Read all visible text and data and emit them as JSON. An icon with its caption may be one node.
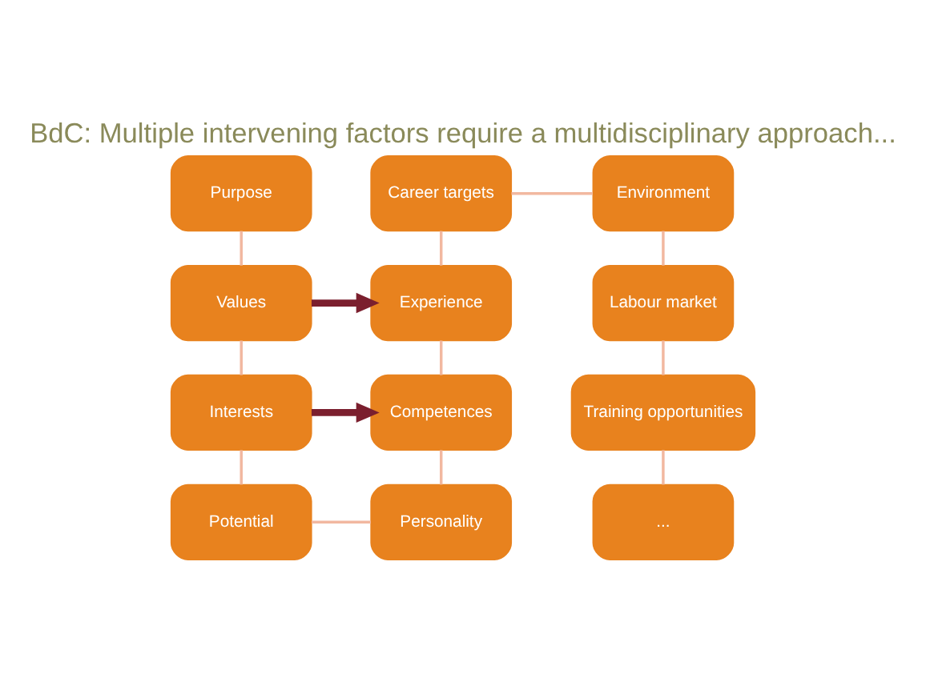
{
  "diagram": {
    "title": "BdC: Multiple intervening factors require a multidisciplinary approach...",
    "nodes": [
      {
        "text": [
          "Purpose"
        ]
      },
      {
        "text": [
          "Career targets"
        ]
      },
      {
        "text": [
          "Environment"
        ]
      },
      {
        "text": [
          "Values"
        ]
      },
      {
        "text": [
          "Experience"
        ]
      },
      {
        "text": [
          "Labour market"
        ]
      },
      {
        "text": [
          "Interests"
        ]
      },
      {
        "text": [
          "Competences"
        ]
      },
      {
        "text": [
          "Training opportunities"
        ]
      },
      {
        "text": [
          "Potential"
        ]
      },
      {
        "text": [
          "Personality"
        ]
      },
      {
        "text": [
          "..."
        ]
      }
    ],
    "edges": [
      {
        "from": 0,
        "to": 3,
        "arrow": "none"
      },
      {
        "from": 3,
        "to": 6,
        "arrow": "none"
      },
      {
        "from": 6,
        "to": 9,
        "arrow": "none"
      },
      {
        "from": 9,
        "to": 10,
        "arrow": "none"
      },
      {
        "from": 10,
        "to": 7,
        "arrow": "none"
      },
      {
        "from": 7,
        "to": 4,
        "arrow": "none"
      },
      {
        "from": 4,
        "to": 1,
        "arrow": "none"
      },
      {
        "from": 1,
        "to": 2,
        "arrow": "none"
      },
      {
        "from": 2,
        "to": 5,
        "arrow": "none"
      },
      {
        "from": 5,
        "to": 8,
        "arrow": "none"
      },
      {
        "from": 8,
        "to": 11,
        "arrow": "none"
      },
      {
        "from": 3,
        "to": 4,
        "arrow": "to",
        "style": "thick",
        "color": "#7b1f2e"
      },
      {
        "from": 6,
        "to": 7,
        "arrow": "to",
        "style": "thick",
        "color": "#7b1f2e"
      }
    ]
  }
}
